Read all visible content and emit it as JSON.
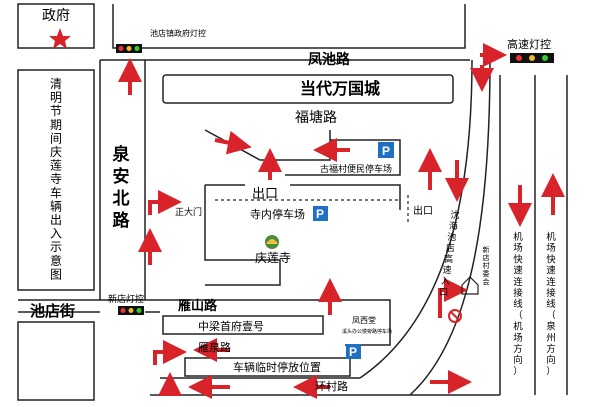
{
  "title": "清明节期间庆莲寺车辆出入示意图",
  "labels": {
    "gov": "政府",
    "gov_light": "池店镇政府灯控",
    "highway_light": "高速灯控",
    "fengchi_road": "凤池路",
    "wanda": "当代万国城",
    "futang_road": "福塘路",
    "gufu_parking": "古福村便民停车场",
    "quanan_road": "泉安北路",
    "main_gate": "正大门",
    "exit": "出口",
    "inner_parking": "寺内停车场",
    "exit_right": "出口",
    "temple": "庆莲寺",
    "expressway": "沈海池店高速入口",
    "xindian_light": "新店灯控",
    "yanshan_road": "雁山路",
    "chidian_street": "池店街",
    "zhongliang": "中梁首府壹号",
    "yanquan_road": "雁泉路",
    "temp_parking": "车辆临时停放位置",
    "huancun_road": "环村路",
    "fengxi_hall": "凤西堂",
    "village_office": "新店村委会",
    "office_parking": "溪头办公楼旁路停车场",
    "airport_left": "机场快速连接线（机场方向）",
    "airport_right": "机场快速连接线（泉州方向）"
  },
  "colors": {
    "road_border": "#222222",
    "arrow_red": "#d9232a",
    "parking_blue": "#1f6fc4"
  },
  "icons": [
    "star-icon",
    "traffic-light-icon",
    "parking-icon",
    "temple-icon",
    "house-icon",
    "no-entry-icon"
  ]
}
